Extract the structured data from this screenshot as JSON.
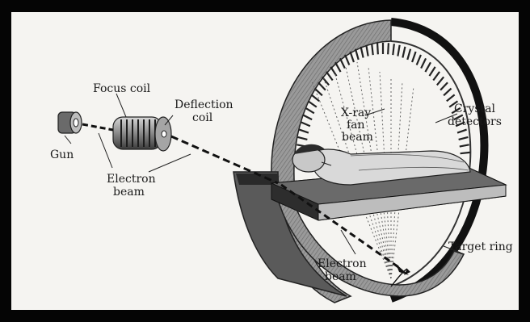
{
  "labels": {
    "focus_coil": "Focus coil",
    "deflection_coil_1": "Deflection",
    "deflection_coil_2": "coil",
    "gun": "Gun",
    "electron_beam_left_1": "Electron",
    "electron_beam_left_2": "beam",
    "xray_1": "X-ray",
    "xray_2": "fan",
    "xray_3": "beam",
    "crystal_1": "Crystal",
    "crystal_2": "detectors",
    "target_ring": "Target ring",
    "electron_beam_bottom_1": "Electron",
    "electron_beam_bottom_2": "beam"
  },
  "colors": {
    "frame": "#050505",
    "paper": "#f5f4f1",
    "ink": "#1a1a1a"
  }
}
